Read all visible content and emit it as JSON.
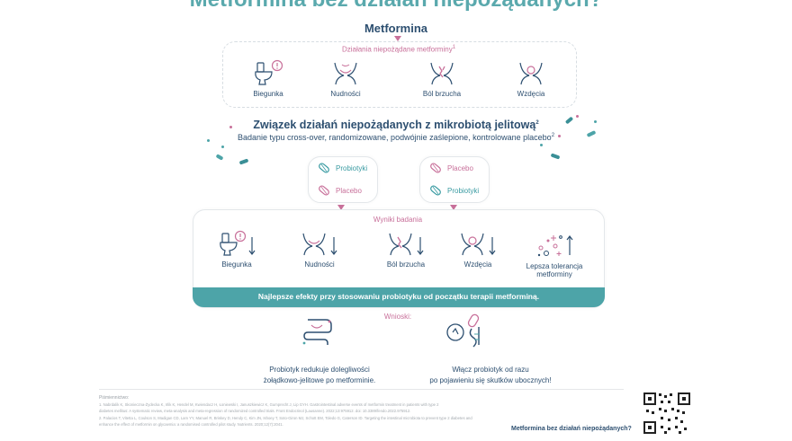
{
  "headline": "Metformina bez działań niepożądanych?",
  "drug_title": "Metformina",
  "side_effects_box": {
    "label": "Działania niepożądane metforminy",
    "label_sup": "1",
    "items": [
      "Biegunka",
      "Nudności",
      "Ból brzucha",
      "Wzdęcia"
    ]
  },
  "association": {
    "title": "Związek działań niepożądanych z mikrobiotą jelitową",
    "title_sup": "2",
    "subtitle": "Badanie typu cross-over, randomizowane, podwójnie zaślepione, kontrolowane placebo",
    "subtitle_sup": "2"
  },
  "groups": [
    {
      "first": "Probiotyki",
      "second": "Placebo"
    },
    {
      "first": "Placebo",
      "second": "Probiotyki"
    }
  ],
  "results_box": {
    "label": "Wyniki badania",
    "items": [
      "Biegunka",
      "Nudności",
      "Ból brzucha",
      "Wzdęcia",
      "Lepsza tolerancja metforminy"
    ]
  },
  "banner": "Najlepsze efekty przy stosowaniu probiotyku od początku terapii metforminą.",
  "conclusions": {
    "label": "Wnioski:",
    "left_line1": "Probiotyk redukuje dolegliwości",
    "left_line2": "żołądkowo-jelitowe po metforminie.",
    "right_line1": "Włącz probiotyk od razu",
    "right_line2": "po pojawieniu się skutków ubocznych!"
  },
  "references": {
    "title": "Piśmiennictwo:",
    "items": [
      "1.   Nabrdalik K, Skonieczna-Żydecka K, Irlik K, Hendel M, Kwiendacz H, Łoniewski I, Januszkiewicz K, Gumprecht J, Lip GYH. Gastrointestinal adverse events of metformin treatment in patients with type 2",
      "      diabetes mellitus: A systematic review, meta-analysis and meta-regression of randomized controlled trials. Front Endocrinol (Lausanne). 2022;13:975912. doi: 10.3389/fendo.2022.975912.",
      "2.   Palacios T, Vitetta L, Coulson S, Madigan CD, Lam YY, Manuel R, Briskey D, Hendy C, Kim JN, Ishoey T, Soto-Giron MJ, Schott EM, Toledo G, Caterson ID. Targeting the intestinal microbiota to prevent type 2 diabetes and",
      "      enhance the effect of metformin on glycaemia: a randomised controlled pilot study. Nutrients. 2020;12(7):2041."
    ]
  },
  "qr_caption": "Metformina bez działań niepożądanych?",
  "colors": {
    "teal": "#4da4a8",
    "navy": "#2d4f70",
    "pink": "#c8709a"
  }
}
